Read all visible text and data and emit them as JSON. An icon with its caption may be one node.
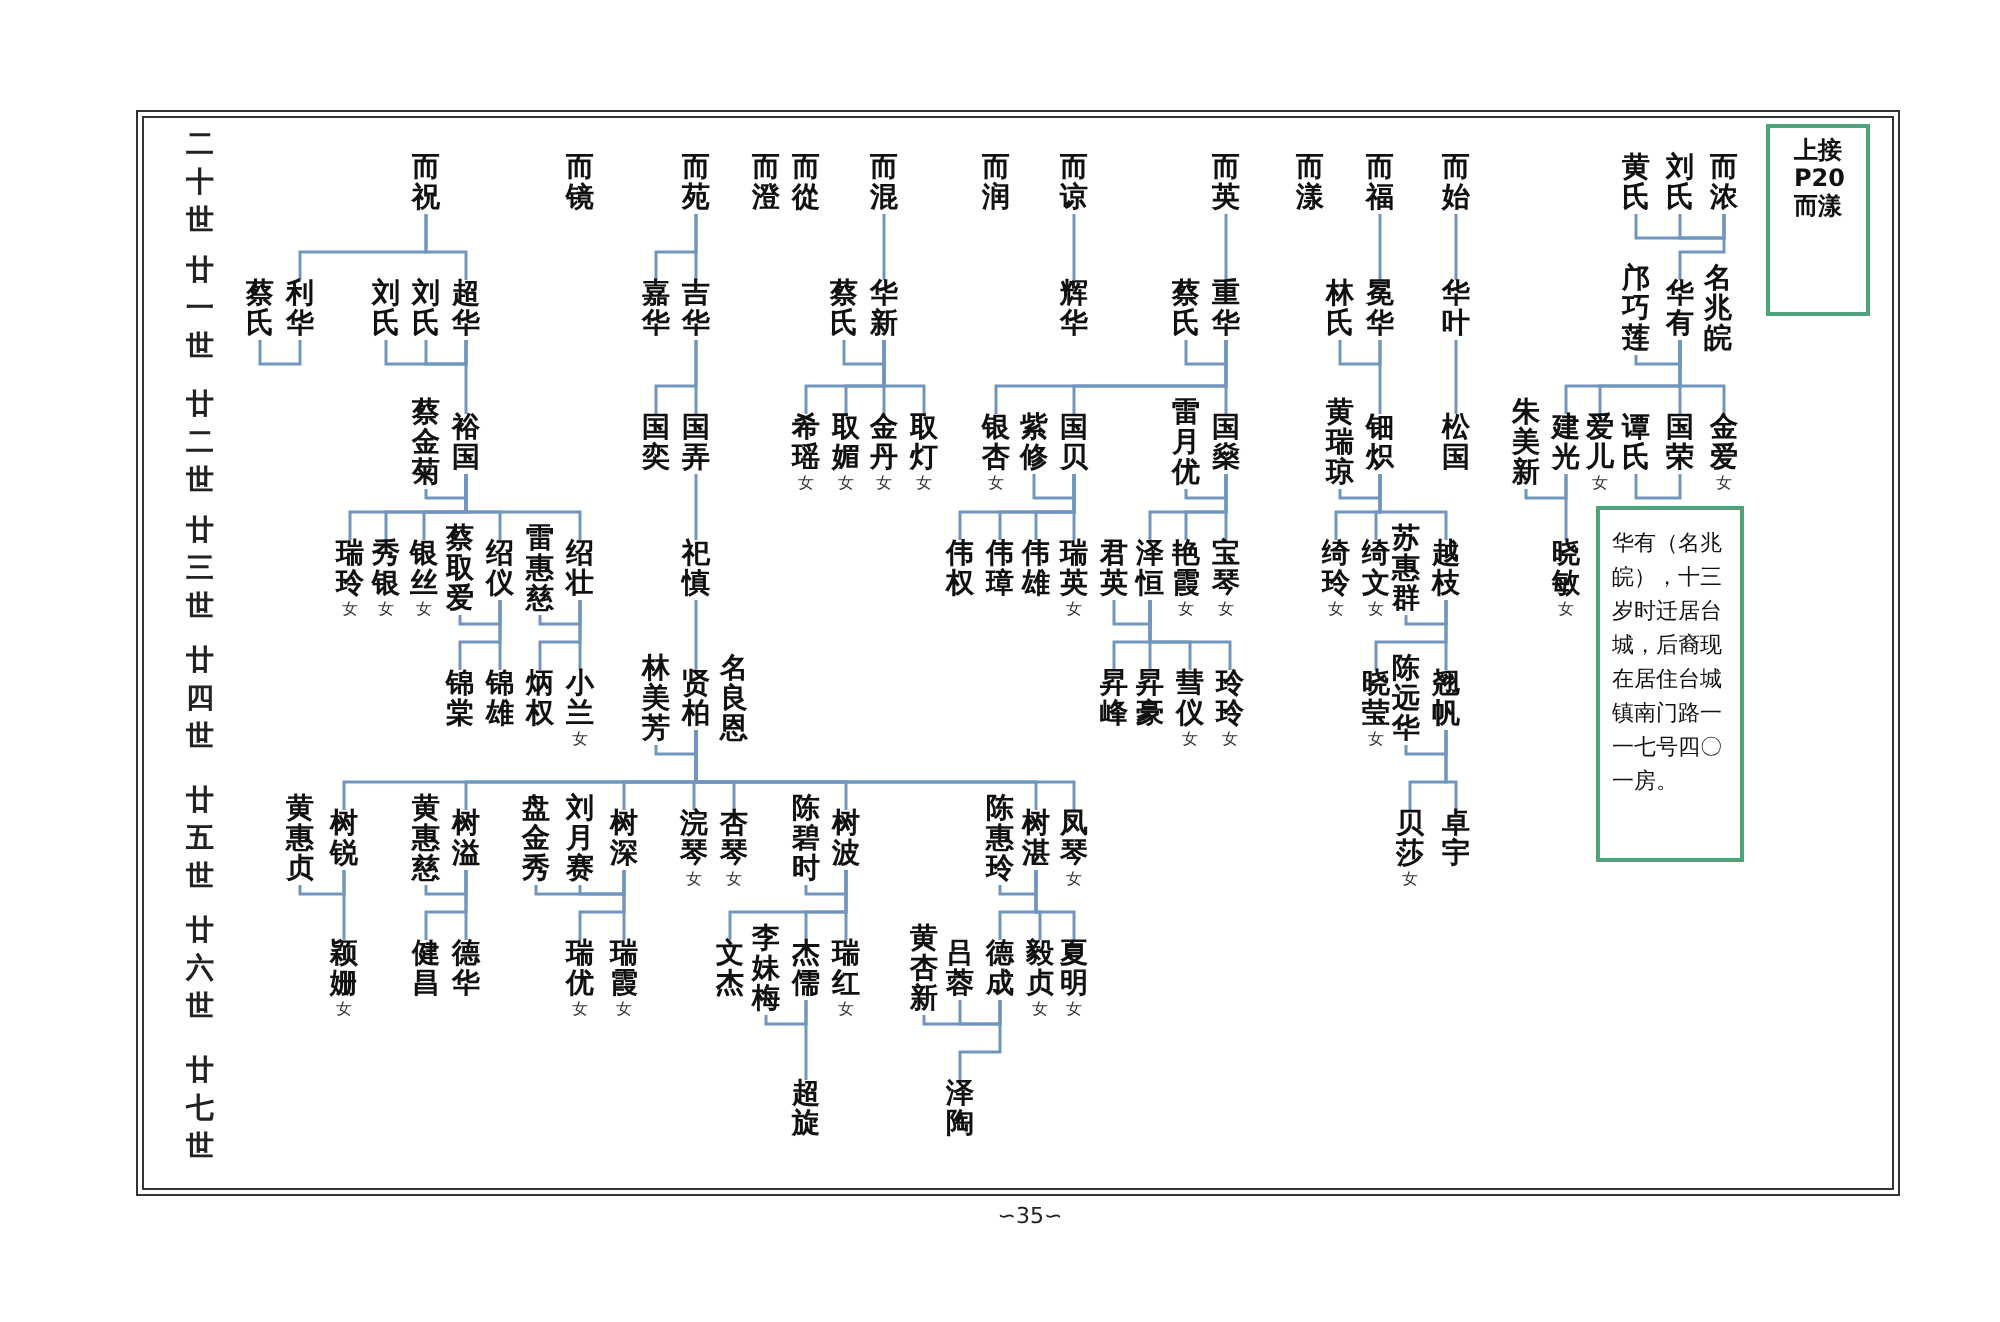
{
  "diagram": {
    "nodes": [
      {
        "text": [
          "而浓"
        ]
      },
      {
        "text": [
          "刘氏"
        ]
      },
      {
        "text": [
          "黄氏"
        ]
      },
      {
        "text": [
          "而始"
        ]
      },
      {
        "text": [
          "而福"
        ]
      },
      {
        "text": [
          "而漾"
        ]
      },
      {
        "text": [
          "而英"
        ]
      },
      {
        "text": [
          "而谅"
        ]
      },
      {
        "text": [
          "而润"
        ]
      },
      {
        "text": [
          "而混"
        ]
      },
      {
        "text": [
          "而從"
        ]
      },
      {
        "text": [
          "而澄"
        ]
      },
      {
        "text": [
          "而苑"
        ]
      },
      {
        "text": [
          "而镜"
        ]
      },
      {
        "text": [
          "而祝"
        ]
      },
      {
        "text": [
          "华有"
        ],
        "beside": [
          "名兆皖"
        ]
      },
      {
        "text": [
          "邝巧莲"
        ]
      },
      {
        "text": [
          "华叶"
        ]
      },
      {
        "text": [
          "冕华"
        ]
      },
      {
        "text": [
          "林氏"
        ]
      },
      {
        "text": [
          "重华"
        ]
      },
      {
        "text": [
          "蔡氏"
        ]
      },
      {
        "text": [
          "辉华"
        ]
      },
      {
        "text": [
          "华新"
        ]
      },
      {
        "text": [
          "蔡氏"
        ]
      },
      {
        "text": [
          "吉华"
        ]
      },
      {
        "text": [
          "嘉华"
        ]
      },
      {
        "text": [
          "超华"
        ]
      },
      {
        "text": [
          "刘氏"
        ]
      },
      {
        "text": [
          "刘氏"
        ]
      },
      {
        "text": [
          "利华"
        ]
      },
      {
        "text": [
          "蔡氏"
        ]
      },
      {
        "text": [
          "金爱"
        ],
        "beside": [
          "女"
        ]
      },
      {
        "text": [
          "国荣"
        ]
      },
      {
        "text": [
          "谭氏"
        ]
      },
      {
        "text": [
          "爱儿"
        ],
        "beside": [
          "女"
        ]
      },
      {
        "text": [
          "建光"
        ]
      },
      {
        "text": [
          "朱美新"
        ]
      },
      {
        "text": [
          "松国"
        ]
      },
      {
        "text": [
          "钿炽"
        ]
      },
      {
        "text": [
          "黄瑞琼"
        ]
      },
      {
        "text": [
          "国燊"
        ]
      },
      {
        "text": [
          "雷月优"
        ]
      },
      {
        "text": [
          "国贝"
        ]
      },
      {
        "text": [
          "紫修"
        ]
      },
      {
        "text": [
          "银杏"
        ],
        "beside": [
          "女"
        ]
      },
      {
        "text": [
          "取灯"
        ],
        "beside": [
          "女"
        ]
      },
      {
        "text": [
          "金丹"
        ],
        "beside": [
          "女"
        ]
      },
      {
        "text": [
          "取媚"
        ],
        "beside": [
          "女"
        ]
      },
      {
        "text": [
          "希瑶"
        ],
        "beside": [
          "女"
        ]
      },
      {
        "text": [
          "国弄"
        ]
      },
      {
        "text": [
          "国奕"
        ]
      },
      {
        "text": [
          "裕国"
        ]
      },
      {
        "text": [
          "蔡金菊"
        ]
      },
      {
        "text": [
          "晓敏"
        ],
        "beside": [
          "女"
        ]
      },
      {
        "text": [
          "越枝"
        ]
      },
      {
        "text": [
          "苏惠群"
        ]
      },
      {
        "text": [
          "绮文"
        ],
        "beside": [
          "女"
        ]
      },
      {
        "text": [
          "绮玲"
        ],
        "beside": [
          "女"
        ]
      },
      {
        "text": [
          "宝琴"
        ],
        "beside": [
          "女"
        ]
      },
      {
        "text": [
          "艳霞"
        ],
        "beside": [
          "女"
        ]
      },
      {
        "text": [
          "泽恒"
        ]
      },
      {
        "text": [
          "君英"
        ]
      },
      {
        "text": [
          "瑞英"
        ],
        "beside": [
          "女"
        ]
      },
      {
        "text": [
          "伟雄"
        ]
      },
      {
        "text": [
          "伟璋"
        ]
      },
      {
        "text": [
          "伟权"
        ]
      },
      {
        "text": [
          "祀慎"
        ]
      },
      {
        "text": [
          "绍壮"
        ]
      },
      {
        "text": [
          "雷惠慈"
        ]
      },
      {
        "text": [
          "绍仪"
        ]
      },
      {
        "text": [
          "蔡取爱"
        ]
      },
      {
        "text": [
          "银丝"
        ],
        "beside": [
          "女"
        ]
      },
      {
        "text": [
          "秀银"
        ],
        "beside": [
          "女"
        ]
      },
      {
        "text": [
          "瑞玲"
        ],
        "beside": [
          "女"
        ]
      },
      {
        "text": [
          "翘帆"
        ]
      },
      {
        "text": [
          "陈远华"
        ]
      },
      {
        "text": [
          "晓莹"
        ],
        "beside": [
          "女"
        ]
      },
      {
        "text": [
          "玲玲"
        ],
        "beside": [
          "女"
        ]
      },
      {
        "text": [
          "彗仪"
        ],
        "beside": [
          "女"
        ]
      },
      {
        "text": [
          "昇豪"
        ]
      },
      {
        "text": [
          "昇峰"
        ]
      },
      {
        "text": [
          "贤柏"
        ],
        "beside": [
          "名良恩"
        ]
      },
      {
        "text": [
          "林美芳"
        ]
      },
      {
        "text": [
          "小兰"
        ],
        "beside": [
          "女"
        ]
      },
      {
        "text": [
          "炳权"
        ]
      },
      {
        "text": [
          "锦雄"
        ]
      },
      {
        "text": [
          "锦棠"
        ]
      },
      {
        "text": [
          "卓宇"
        ]
      },
      {
        "text": [
          "贝莎"
        ],
        "beside": [
          "女"
        ]
      },
      {
        "text": [
          "凤琴"
        ],
        "beside": [
          "女"
        ]
      },
      {
        "text": [
          "树湛"
        ]
      },
      {
        "text": [
          "陈惠玲"
        ]
      },
      {
        "text": [
          "树波"
        ]
      },
      {
        "text": [
          "陈碧时"
        ]
      },
      {
        "text": [
          "杏琴"
        ],
        "beside": [
          "女"
        ]
      },
      {
        "text": [
          "浣琴"
        ],
        "beside": [
          "女"
        ]
      },
      {
        "text": [
          "树深"
        ]
      },
      {
        "text": [
          "刘月赛"
        ]
      },
      {
        "text": [
          "盘金秀"
        ]
      },
      {
        "text": [
          "树溢"
        ]
      },
      {
        "text": [
          "黄惠慈"
        ]
      },
      {
        "text": [
          "树锐"
        ]
      },
      {
        "text": [
          "黄惠贞"
        ]
      },
      {
        "text": [
          "夏明"
        ],
        "beside": [
          "女"
        ]
      },
      {
        "text": [
          "毅贞"
        ],
        "beside": [
          "女"
        ]
      },
      {
        "text": [
          "德成"
        ]
      },
      {
        "text": [
          "吕蓉"
        ]
      },
      {
        "text": [
          "黄杏新"
        ]
      },
      {
        "text": [
          "瑞红"
        ],
        "beside": [
          "女"
        ]
      },
      {
        "text": [
          "杰儒"
        ]
      },
      {
        "text": [
          "李妹梅"
        ]
      },
      {
        "text": [
          "文杰"
        ]
      },
      {
        "text": [
          "瑞霞"
        ],
        "beside": [
          "女"
        ]
      },
      {
        "text": [
          "瑞优"
        ],
        "beside": [
          "女"
        ]
      },
      {
        "text": [
          "德华"
        ]
      },
      {
        "text": [
          "健昌"
        ]
      },
      {
        "text": [
          "颖姗"
        ],
        "beside": [
          "女"
        ]
      },
      {
        "text": [
          "超旋"
        ]
      },
      {
        "text": [
          "泽陶"
        ]
      },
      {
        "text": [
          "上接P20而漾"
        ]
      },
      {
        "text": [
          "华有（名兆皖），十三岁时迁居台城，后裔现在居住台城镇南门路一一七号四〇一房。"
        ]
      }
    ],
    "edges": [
      {
        "from": 0,
        "to": 1,
        "arrow": "none"
      },
      {
        "from": 0,
        "to": 2,
        "arrow": "none"
      },
      {
        "from": 15,
        "to": 16,
        "arrow": "none"
      },
      {
        "from": 18,
        "to": 19,
        "arrow": "none"
      },
      {
        "from": 20,
        "to": 21,
        "arrow": "none"
      },
      {
        "from": 23,
        "to": 24,
        "arrow": "none"
      },
      {
        "from": 27,
        "to": 28,
        "arrow": "none"
      },
      {
        "from": 27,
        "to": 29,
        "arrow": "none"
      },
      {
        "from": 30,
        "to": 31,
        "arrow": "none"
      },
      {
        "from": 33,
        "to": 34,
        "arrow": "none"
      },
      {
        "from": 36,
        "to": 37,
        "arrow": "none"
      },
      {
        "from": 39,
        "to": 40,
        "arrow": "none"
      },
      {
        "from": 41,
        "to": 42,
        "arrow": "none"
      },
      {
        "from": 43,
        "to": 44,
        "arrow": "none"
      },
      {
        "from": 52,
        "to": 53,
        "arrow": "none"
      },
      {
        "from": 55,
        "to": 56,
        "arrow": "none"
      },
      {
        "from": 61,
        "to": 62,
        "arrow": "none"
      },
      {
        "from": 68,
        "to": 69,
        "arrow": "none"
      },
      {
        "from": 70,
        "to": 71,
        "arrow": "none"
      },
      {
        "from": 75,
        "to": 76,
        "arrow": "none"
      },
      {
        "from": 82,
        "to": 83,
        "arrow": "none"
      },
      {
        "from": 91,
        "to": 92,
        "arrow": "none"
      },
      {
        "from": 93,
        "to": 94,
        "arrow": "none"
      },
      {
        "from": 97,
        "to": 98,
        "arrow": "none"
      },
      {
        "from": 97,
        "to": 99,
        "arrow": "none"
      },
      {
        "from": 100,
        "to": 101,
        "arrow": "none"
      },
      {
        "from": 102,
        "to": 103,
        "arrow": "none"
      },
      {
        "from": 106,
        "to": 107,
        "arrow": "none"
      },
      {
        "from": 106,
        "to": 108,
        "arrow": "none"
      },
      {
        "from": 110,
        "to": 111,
        "arrow": "none"
      },
      {
        "from": 0,
        "to": 15,
        "arrow": "none"
      },
      {
        "from": 3,
        "to": 17,
        "arrow": "none"
      },
      {
        "from": 17,
        "to": 38,
        "arrow": "none"
      },
      {
        "from": 4,
        "to": 18,
        "arrow": "none"
      },
      {
        "from": 18,
        "to": 39,
        "arrow": "none"
      },
      {
        "from": 6,
        "to": 20,
        "arrow": "none"
      },
      {
        "from": 7,
        "to": 22,
        "arrow": "none"
      },
      {
        "from": 9,
        "to": 23,
        "arrow": "none"
      },
      {
        "from": 12,
        "to": 25,
        "arrow": "none"
      },
      {
        "from": 12,
        "to": 26,
        "arrow": "none"
      },
      {
        "from": 14,
        "to": 27,
        "arrow": "none"
      },
      {
        "from": 14,
        "to": 30,
        "arrow": "none"
      },
      {
        "from": 15,
        "to": 32,
        "arrow": "none"
      },
      {
        "from": 15,
        "to": 33,
        "arrow": "none"
      },
      {
        "from": 15,
        "to": 35,
        "arrow": "none"
      },
      {
        "from": 15,
        "to": 36,
        "arrow": "none"
      },
      {
        "from": 20,
        "to": 41,
        "arrow": "none"
      },
      {
        "from": 20,
        "to": 43,
        "arrow": "none"
      },
      {
        "from": 20,
        "to": 45,
        "arrow": "none"
      },
      {
        "from": 23,
        "to": 46,
        "arrow": "none"
      },
      {
        "from": 23,
        "to": 47,
        "arrow": "none"
      },
      {
        "from": 23,
        "to": 48,
        "arrow": "none"
      },
      {
        "from": 23,
        "to": 49,
        "arrow": "none"
      },
      {
        "from": 25,
        "to": 50,
        "arrow": "none"
      },
      {
        "from": 25,
        "to": 51,
        "arrow": "none"
      },
      {
        "from": 27,
        "to": 52,
        "arrow": "none"
      },
      {
        "from": 36,
        "to": 54,
        "arrow": "none"
      },
      {
        "from": 39,
        "to": 55,
        "arrow": "none"
      },
      {
        "from": 39,
        "to": 57,
        "arrow": "none"
      },
      {
        "from": 39,
        "to": 58,
        "arrow": "none"
      },
      {
        "from": 41,
        "to": 59,
        "arrow": "none"
      },
      {
        "from": 41,
        "to": 60,
        "arrow": "none"
      },
      {
        "from": 41,
        "to": 61,
        "arrow": "none"
      },
      {
        "from": 43,
        "to": 63,
        "arrow": "none"
      },
      {
        "from": 43,
        "to": 64,
        "arrow": "none"
      },
      {
        "from": 43,
        "to": 65,
        "arrow": "none"
      },
      {
        "from": 43,
        "to": 66,
        "arrow": "none"
      },
      {
        "from": 50,
        "to": 67,
        "arrow": "none"
      },
      {
        "from": 52,
        "to": 68,
        "arrow": "none"
      },
      {
        "from": 52,
        "to": 70,
        "arrow": "none"
      },
      {
        "from": 52,
        "to": 72,
        "arrow": "none"
      },
      {
        "from": 52,
        "to": 73,
        "arrow": "none"
      },
      {
        "from": 52,
        "to": 74,
        "arrow": "none"
      },
      {
        "from": 55,
        "to": 75,
        "arrow": "none"
      },
      {
        "from": 55,
        "to": 77,
        "arrow": "none"
      },
      {
        "from": 61,
        "to": 78,
        "arrow": "none"
      },
      {
        "from": 61,
        "to": 79,
        "arrow": "none"
      },
      {
        "from": 61,
        "to": 80,
        "arrow": "none"
      },
      {
        "from": 61,
        "to": 81,
        "arrow": "none"
      },
      {
        "from": 67,
        "to": 82,
        "arrow": "none"
      },
      {
        "from": 68,
        "to": 84,
        "arrow": "none"
      },
      {
        "from": 68,
        "to": 85,
        "arrow": "none"
      },
      {
        "from": 70,
        "to": 86,
        "arrow": "none"
      },
      {
        "from": 70,
        "to": 87,
        "arrow": "none"
      },
      {
        "from": 75,
        "to": 88,
        "arrow": "none"
      },
      {
        "from": 75,
        "to": 89,
        "arrow": "none"
      },
      {
        "from": 82,
        "to": 90,
        "arrow": "none"
      },
      {
        "from": 82,
        "to": 91,
        "arrow": "none"
      },
      {
        "from": 82,
        "to": 93,
        "arrow": "none"
      },
      {
        "from": 82,
        "to": 95,
        "arrow": "none"
      },
      {
        "from": 82,
        "to": 96,
        "arrow": "none"
      },
      {
        "from": 82,
        "to": 97,
        "arrow": "none"
      },
      {
        "from": 82,
        "to": 100,
        "arrow": "none"
      },
      {
        "from": 82,
        "to": 102,
        "arrow": "none"
      },
      {
        "from": 91,
        "to": 104,
        "arrow": "none"
      },
      {
        "from": 91,
        "to": 105,
        "arrow": "none"
      },
      {
        "from": 91,
        "to": 106,
        "arrow": "none"
      },
      {
        "from": 93,
        "to": 109,
        "arrow": "none"
      },
      {
        "from": 93,
        "to": 110,
        "arrow": "none"
      },
      {
        "from": 93,
        "to": 112,
        "arrow": "none"
      },
      {
        "from": 97,
        "to": 113,
        "arrow": "none"
      },
      {
        "from": 97,
        "to": 114,
        "arrow": "none"
      },
      {
        "from": 100,
        "to": 115,
        "arrow": "none"
      },
      {
        "from": 100,
        "to": 116,
        "arrow": "none"
      },
      {
        "from": 102,
        "to": 117,
        "arrow": "none"
      },
      {
        "from": 106,
        "to": 119,
        "arrow": "none"
      },
      {
        "from": 110,
        "to": 118,
        "arrow": "none"
      }
    ],
    "labels": [
      "二十世",
      "廿一世",
      "廿二世",
      "廿三世",
      "廿四世",
      "廿五世",
      "廿六世",
      "廿七世",
      "∽35∽"
    ]
  }
}
